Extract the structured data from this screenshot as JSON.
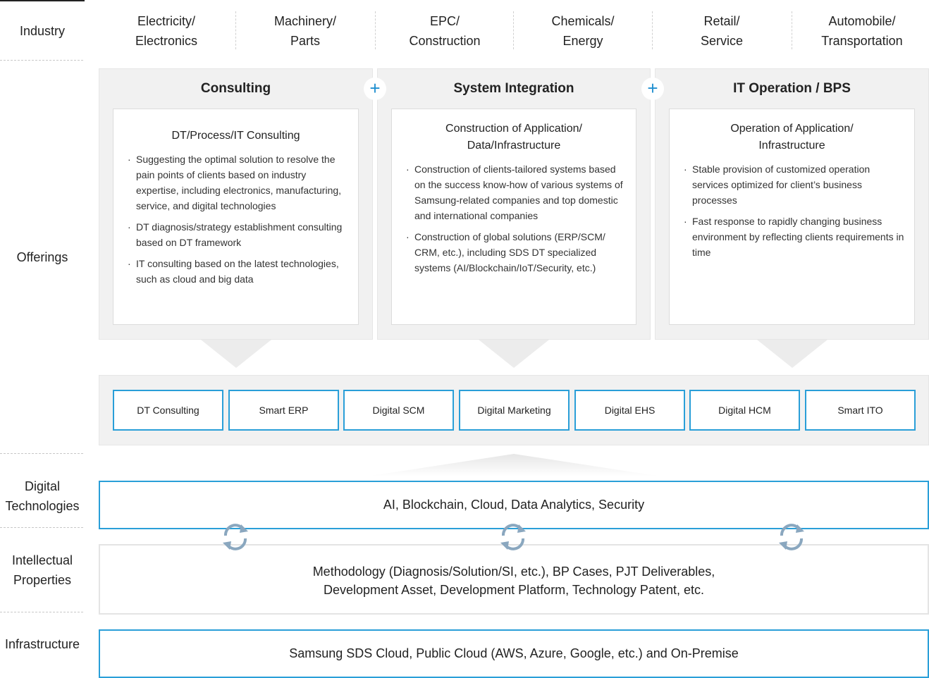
{
  "rows": {
    "industry": "Industry",
    "offerings": "Offerings",
    "digital_technologies_1": "Digital",
    "digital_technologies_2": "Technologies",
    "intellectual_properties_1": "Intellectual",
    "intellectual_properties_2": "Properties",
    "infrastructure": "Infrastructure"
  },
  "industries": [
    {
      "line1": "Electricity/",
      "line2": "Electronics"
    },
    {
      "line1": "Machinery/",
      "line2": "Parts"
    },
    {
      "line1": "EPC/",
      "line2": "Construction"
    },
    {
      "line1": "Chemicals/",
      "line2": "Energy"
    },
    {
      "line1": "Retail/",
      "line2": "Service"
    },
    {
      "line1": "Automobile/",
      "line2": "Transportation"
    }
  ],
  "offerings": [
    {
      "title": "Consulting",
      "card_title": "DT/Process/IT Consulting",
      "bullets": [
        " Suggesting the optimal solution to resolve the pain points of clients based on industry expertise, including electronics, manufacturing, service, and digital technologies",
        "DT diagnosis/strategy establishment consulting based on DT framework",
        "IT consulting based on the latest technologies, such as cloud and big data"
      ]
    },
    {
      "title": "System Integration",
      "card_title_1": "Construction of Application/",
      "card_title_2": "Data/Infrastructure",
      "bullets": [
        "Construction of clients-tailored systems based on the success know-how of various systems of Samsung-related companies and top domestic and international companies",
        "Construction of global solutions (ERP/SCM/ CRM, etc.), including SDS DT specialized systems (AI/Blockchain/IoT/Security, etc.)"
      ]
    },
    {
      "title": "IT Operation / BPS",
      "card_title_1": "Operation of Application/",
      "card_title_2": "Infrastructure",
      "bullets": [
        "Stable provision of customized operation services optimized for client’s business processes",
        "Fast response to rapidly changing business environment by reflecting clients requirements in time"
      ]
    }
  ],
  "solutions": [
    "DT Consulting",
    "Smart ERP",
    "Digital SCM",
    "Digital Marketing",
    "Digital EHS",
    "Digital HCM",
    "Smart ITO"
  ],
  "digital_technologies": "AI, Blockchain, Cloud, Data Analytics, Security",
  "intellectual_properties_1": "Methodology (Diagnosis/Solution/SI, etc.), BP Cases, PJT Deliverables,",
  "intellectual_properties_2": "Development Asset, Development Platform, Technology Patent, etc.",
  "infrastructure": "Samsung SDS Cloud, Public Cloud (AWS, Azure, Google, etc.) and On-Premise",
  "colors": {
    "accent": "#2a9fd8",
    "panel": "#f1f1f1",
    "cycle": "#8aa7bf"
  },
  "icons": {
    "plus": "plus-icon",
    "cycle": "refresh-cycle-icon",
    "arrow": "down-arrow-icon"
  }
}
